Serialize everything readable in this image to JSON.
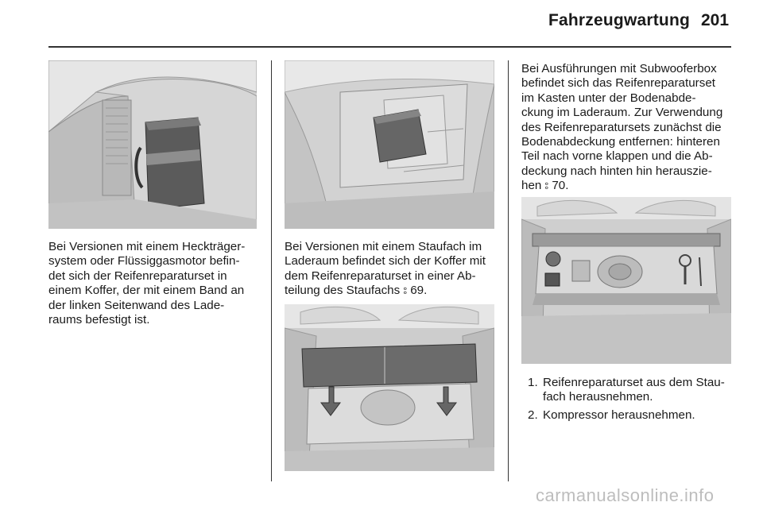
{
  "header": {
    "title": "Fahrzeugwartung",
    "page_number": "201"
  },
  "col1": {
    "figure": "trunk-side-case",
    "text_lines": [
      "Bei Versionen mit einem Heckträger‐",
      "system oder Flüssiggasmotor befin‐",
      "det sich der Reifenreparaturset in",
      "einem Koffer, der mit einem Band an",
      "der linken Seitenwand des Lade‐",
      "raums befestigt ist."
    ]
  },
  "col2": {
    "figure_top": "trunk-storage-case",
    "text_lines": [
      "Bei Versionen mit einem Staufach im",
      "Laderaum befindet sich der Koffer mit",
      "dem Reifenreparaturset in einer Ab‐",
      "teilung des Staufachs ⦂ 69."
    ],
    "figure_bottom": "trunk-floor-cover-arrows"
  },
  "col3": {
    "text_lines": [
      "Bei Ausführungen mit Subwooferbox",
      "befindet sich das Reifenreparaturset",
      "im Kasten unter der Bodenabde‐",
      "ckung im Laderaum. Zur Verwendung",
      "des Reifenreparatursets zunächst die",
      "Bodenabdeckung entfernen: hinteren",
      "Teil nach vorne klappen und die Ab‐",
      "deckung nach hinten hin herauszie‐",
      "hen ⦂ 70."
    ],
    "figure": "subwoofer-box-kit",
    "steps": [
      {
        "num": "1.",
        "lines": [
          "Reifenreparaturset aus dem Stau‐",
          "fach herausnehmen."
        ]
      },
      {
        "num": "2.",
        "lines": [
          "Kompressor herausnehmen."
        ]
      }
    ]
  },
  "watermark": "carmanualsonline.info"
}
